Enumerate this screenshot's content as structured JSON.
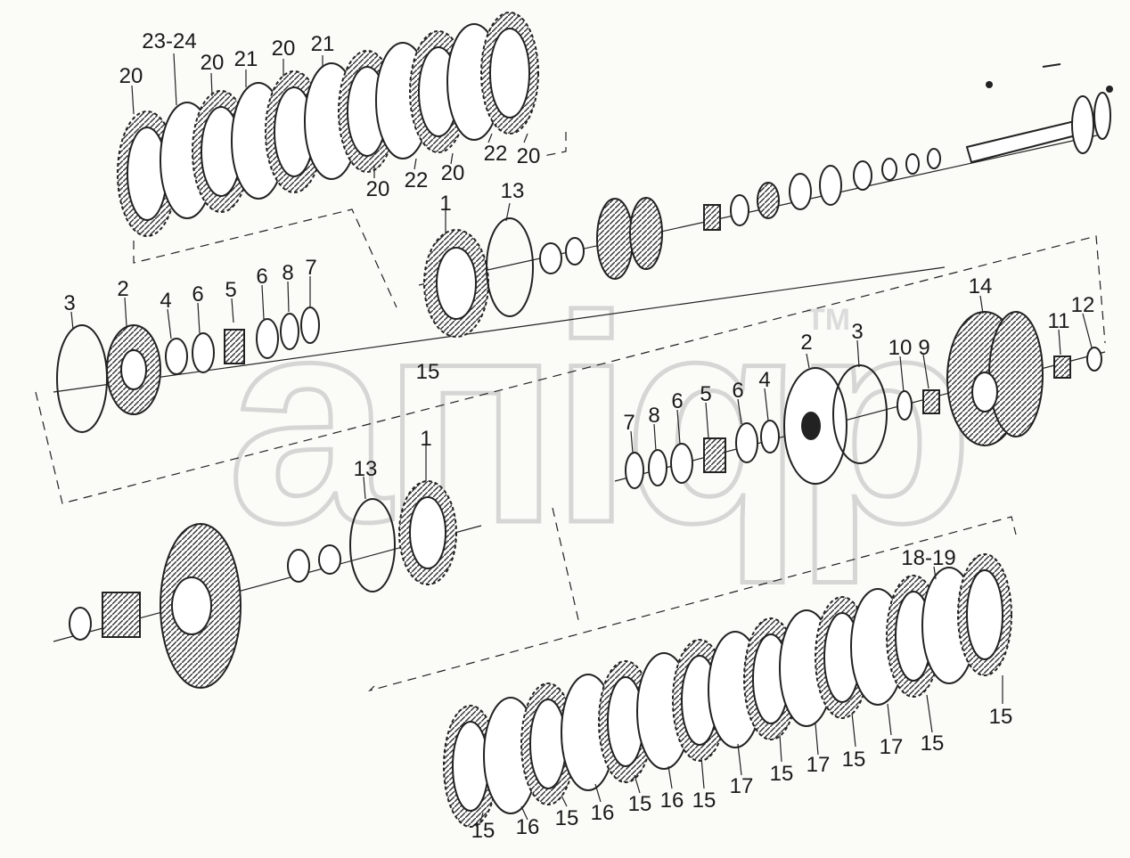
{
  "watermark": {
    "text": "aпiqp",
    "trademark": "TM"
  },
  "labels": {
    "tl_20a": "20",
    "tl_2324": "23-24",
    "tl_20b": "20",
    "tl_21a": "21",
    "tl_20c": "20",
    "tl_21b": "21",
    "tl_20d": "20",
    "tl_22a": "22",
    "tl_20e": "20",
    "tl_22b": "22",
    "tl_20f": "20",
    "m_1": "1",
    "m_13": "13",
    "m_15": "15",
    "l_3": "3",
    "l_2": "2",
    "l_4": "4",
    "l_6a": "6",
    "l_5": "5",
    "l_6b": "6",
    "l_8": "8",
    "l_7": "7",
    "r_14": "14",
    "r_12": "12",
    "r_11": "11",
    "r_10": "10",
    "r_9": "9",
    "r_3": "3",
    "r_2": "2",
    "r_4": "4",
    "r_6a": "6",
    "r_5": "5",
    "r_6b": "6",
    "r_8": "8",
    "r_7": "7",
    "b_13": "13",
    "b_1": "1",
    "p_1819": "18-19",
    "p_15r": "15",
    "p_15a": "15",
    "p_16a": "16",
    "p_15b": "15",
    "p_16b": "16",
    "p_15c": "15",
    "p_16c": "16",
    "p_15d": "15",
    "p_17a": "17",
    "p_15e": "15",
    "p_17b": "17",
    "p_15f": "15",
    "p_17c": "17",
    "p_15g": "15"
  }
}
